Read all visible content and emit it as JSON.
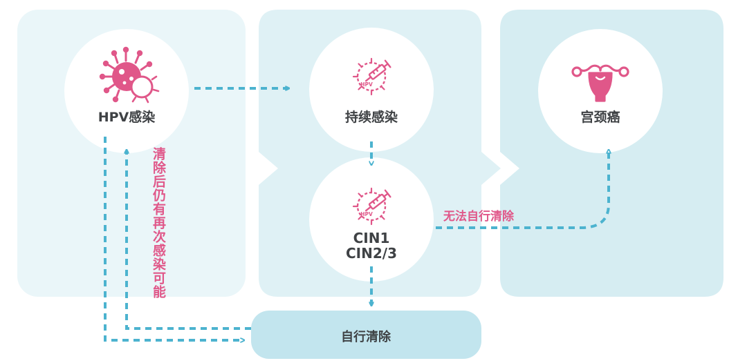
{
  "colors": {
    "panel_left": "#eaf6f9",
    "panel_middle": "#dff1f5",
    "panel_right": "#d6edf2",
    "circle": "#ffffff",
    "arrow": "#4cb3cf",
    "pink": "#e05789",
    "label": "#3f4245",
    "clear_box": "#c2e5ee"
  },
  "nodes": {
    "hpv_infection": {
      "label": "HPV感染",
      "icon": "virus-icon"
    },
    "persistent_infection": {
      "label": "持续感染",
      "icon": "hpv-syringe-icon"
    },
    "cin": {
      "line1": "CIN1",
      "line2": "CIN2/3",
      "icon": "hpv-syringe-icon"
    },
    "cervical_cancer": {
      "label": "宫颈癌",
      "icon": "uterus-icon"
    },
    "self_clear": {
      "label": "自行清除"
    }
  },
  "edge_labels": {
    "reinfection": "清除后仍有再次感染可能",
    "cannot_clear": "无法自行清除"
  },
  "icon_text": {
    "hpv": "HPV"
  }
}
